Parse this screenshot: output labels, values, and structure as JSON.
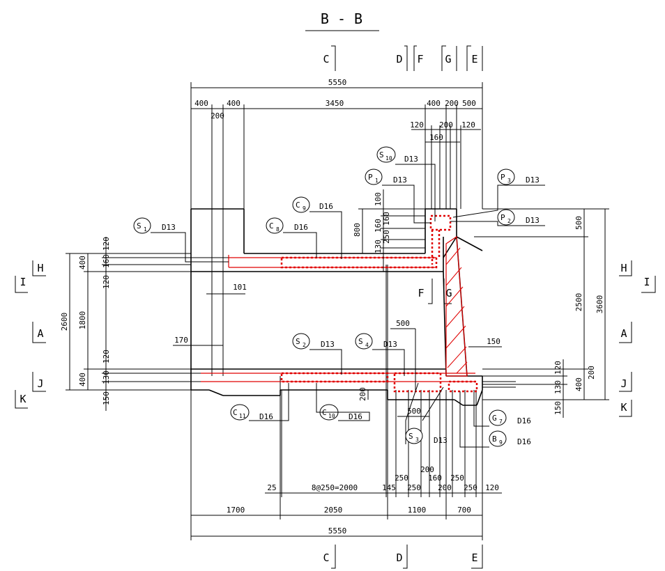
{
  "title": "B - B",
  "section_marks_top": [
    "C",
    "D",
    "F",
    "G",
    "E"
  ],
  "section_marks_bottom": [
    "C",
    "D",
    "E"
  ],
  "section_marks_left": [
    "H",
    "I",
    "A",
    "J",
    "K"
  ],
  "section_marks_right": [
    "H",
    "I",
    "A",
    "J",
    "K"
  ],
  "section_marks_mid": [
    "F",
    "G"
  ],
  "dims_top": {
    "total": "5550",
    "d400a": "400",
    "d200a": "200",
    "d400b": "400",
    "d3450": "3450",
    "d400c": "400",
    "d200b": "200",
    "d500": "500",
    "d120a": "120",
    "d200c": "200",
    "d120b": "120",
    "d160": "160"
  },
  "dims_bottom": {
    "total": "5550",
    "d1700": "1700",
    "d2050": "2050",
    "d1100": "1100",
    "d700": "700",
    "d25": "25",
    "spacing": "8@250=2000",
    "d145": "145",
    "d250a": "250",
    "d250b": "250",
    "d200a": "200",
    "d160": "160",
    "d250c": "250",
    "d200b": "200",
    "d250d": "250",
    "d120": "120"
  },
  "dims_left": {
    "d2600": "2600",
    "d1800": "1800",
    "d120a": "120",
    "d160a": "160",
    "d400a": "400",
    "d120b": "120",
    "d120c": "120",
    "d130": "130",
    "d400b": "400",
    "d150": "150"
  },
  "dims_right": {
    "d3600": "3600",
    "d2500": "2500",
    "d500": "500",
    "d120": "120",
    "d200": "200",
    "d130": "130",
    "d400": "400",
    "d150": "150"
  },
  "dims_interior": {
    "d800": "800",
    "d100": "100",
    "d160a": "160",
    "d160b": "160",
    "d250": "250",
    "d130": "130",
    "d101": "101",
    "d170": "170",
    "d500a": "500",
    "d500b": "500",
    "d200": "200",
    "d150": "150"
  },
  "rebar_labels": [
    {
      "id": "s1",
      "mark": "S",
      "sub": "1",
      "spec": "D13"
    },
    {
      "id": "c9",
      "mark": "C",
      "sub": "9",
      "spec": "D16"
    },
    {
      "id": "c8",
      "mark": "C",
      "sub": "8",
      "spec": "D16"
    },
    {
      "id": "s10",
      "mark": "S",
      "sub": "10",
      "spec": "D13"
    },
    {
      "id": "p1",
      "mark": "P",
      "sub": "1",
      "spec": "D13"
    },
    {
      "id": "p3",
      "mark": "P",
      "sub": "3",
      "spec": "D13"
    },
    {
      "id": "p2",
      "mark": "P",
      "sub": "2",
      "spec": "D13"
    },
    {
      "id": "s2",
      "mark": "S",
      "sub": "2",
      "spec": "D13"
    },
    {
      "id": "s4",
      "mark": "S",
      "sub": "4",
      "spec": "D13"
    },
    {
      "id": "c11",
      "mark": "C",
      "sub": "11",
      "spec": "D16"
    },
    {
      "id": "c10",
      "mark": "C",
      "sub": "10",
      "spec": "D16"
    },
    {
      "id": "s3",
      "mark": "S",
      "sub": "3",
      "spec": "D13"
    },
    {
      "id": "g7",
      "mark": "G",
      "sub": "7",
      "spec": "D16"
    },
    {
      "id": "b9",
      "mark": "B",
      "sub": "9",
      "spec": "D16"
    }
  ],
  "colors": {
    "rebar": "#e00000",
    "line": "#000000",
    "background": "#ffffff"
  }
}
